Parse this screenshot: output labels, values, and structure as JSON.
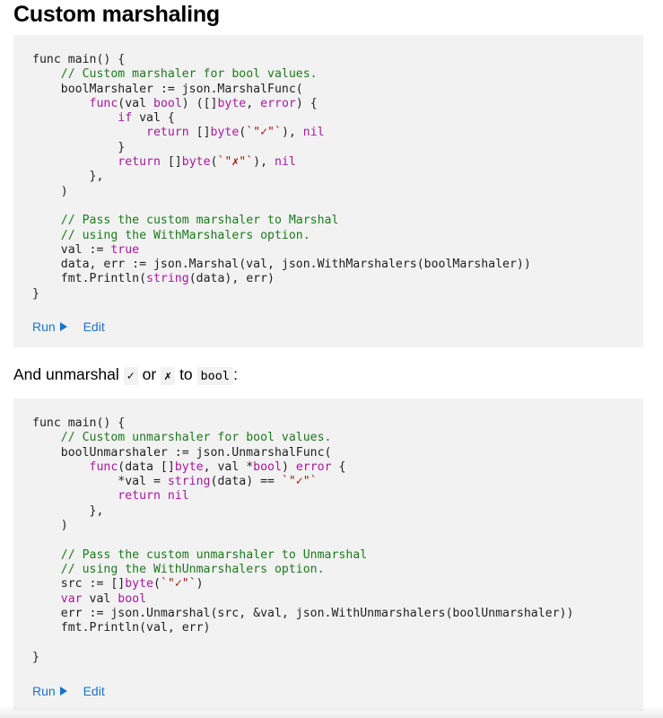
{
  "section": {
    "title": "Custom marshaling"
  },
  "block1": {
    "lines": [
      [
        {
          "t": "func main() {"
        }
      ],
      [
        {
          "t": "    "
        },
        {
          "t": "// Custom marshaler for bool values.",
          "c": "cm"
        }
      ],
      [
        {
          "t": "    boolMarshaler := json.MarshalFunc("
        }
      ],
      [
        {
          "t": "        "
        },
        {
          "t": "func",
          "c": "kw"
        },
        {
          "t": "(val "
        },
        {
          "t": "bool",
          "c": "kw"
        },
        {
          "t": ") ([]"
        },
        {
          "t": "byte",
          "c": "kw"
        },
        {
          "t": ", "
        },
        {
          "t": "error",
          "c": "kw"
        },
        {
          "t": ") {"
        }
      ],
      [
        {
          "t": "            "
        },
        {
          "t": "if",
          "c": "kw"
        },
        {
          "t": " val {"
        }
      ],
      [
        {
          "t": "                "
        },
        {
          "t": "return",
          "c": "kw"
        },
        {
          "t": " []"
        },
        {
          "t": "byte",
          "c": "kw"
        },
        {
          "t": "("
        },
        {
          "t": "`\"✓\"`",
          "c": "st"
        },
        {
          "t": "), "
        },
        {
          "t": "nil",
          "c": "kw"
        }
      ],
      [
        {
          "t": "            }"
        }
      ],
      [
        {
          "t": "            "
        },
        {
          "t": "return",
          "c": "kw"
        },
        {
          "t": " []"
        },
        {
          "t": "byte",
          "c": "kw"
        },
        {
          "t": "("
        },
        {
          "t": "`\"✗\"`",
          "c": "st"
        },
        {
          "t": "), "
        },
        {
          "t": "nil",
          "c": "kw"
        }
      ],
      [
        {
          "t": "        },"
        }
      ],
      [
        {
          "t": "    )"
        }
      ],
      [
        {
          "t": ""
        }
      ],
      [
        {
          "t": "    "
        },
        {
          "t": "// Pass the custom marshaler to Marshal",
          "c": "cm"
        }
      ],
      [
        {
          "t": "    "
        },
        {
          "t": "// using the WithMarshalers option.",
          "c": "cm"
        }
      ],
      [
        {
          "t": "    val := "
        },
        {
          "t": "true",
          "c": "kw"
        }
      ],
      [
        {
          "t": "    data, err := json.Marshal(val, json.WithMarshalers(boolMarshaler))"
        }
      ],
      [
        {
          "t": "    fmt.Println("
        },
        {
          "t": "string",
          "c": "kw"
        },
        {
          "t": "(data), err)"
        }
      ],
      [
        {
          "t": "}"
        }
      ]
    ],
    "run_label": "Run",
    "edit_label": "Edit"
  },
  "paragraph": {
    "prefix": "And unmarshal",
    "check": "✓",
    "or": "or",
    "cross": "✗",
    "to": "to",
    "type": "bool",
    "suffix": ":"
  },
  "block2": {
    "lines": [
      [
        {
          "t": "func main() {"
        }
      ],
      [
        {
          "t": "    "
        },
        {
          "t": "// Custom unmarshaler for bool values.",
          "c": "cm"
        }
      ],
      [
        {
          "t": "    boolUnmarshaler := json.UnmarshalFunc("
        }
      ],
      [
        {
          "t": "        "
        },
        {
          "t": "func",
          "c": "kw"
        },
        {
          "t": "(data []"
        },
        {
          "t": "byte",
          "c": "kw"
        },
        {
          "t": ", val *"
        },
        {
          "t": "bool",
          "c": "kw"
        },
        {
          "t": ") "
        },
        {
          "t": "error",
          "c": "kw"
        },
        {
          "t": " {"
        }
      ],
      [
        {
          "t": "            *val = "
        },
        {
          "t": "string",
          "c": "kw"
        },
        {
          "t": "(data) == "
        },
        {
          "t": "`\"✓\"`",
          "c": "st"
        }
      ],
      [
        {
          "t": "            "
        },
        {
          "t": "return",
          "c": "kw"
        },
        {
          "t": " "
        },
        {
          "t": "nil",
          "c": "kw"
        }
      ],
      [
        {
          "t": "        },"
        }
      ],
      [
        {
          "t": "    )"
        }
      ],
      [
        {
          "t": ""
        }
      ],
      [
        {
          "t": "    "
        },
        {
          "t": "// Pass the custom unmarshaler to Unmarshal",
          "c": "cm"
        }
      ],
      [
        {
          "t": "    "
        },
        {
          "t": "// using the WithUnmarshalers option.",
          "c": "cm"
        }
      ],
      [
        {
          "t": "    src := []"
        },
        {
          "t": "byte",
          "c": "kw"
        },
        {
          "t": "("
        },
        {
          "t": "`\"✓\"`",
          "c": "st"
        },
        {
          "t": ")"
        }
      ],
      [
        {
          "t": "    "
        },
        {
          "t": "var",
          "c": "kw"
        },
        {
          "t": " val "
        },
        {
          "t": "bool",
          "c": "kw"
        }
      ],
      [
        {
          "t": "    err := json.Unmarshal(src, &val, json.WithUnmarshalers(boolUnmarshaler))"
        }
      ],
      [
        {
          "t": "    fmt.Println(val, err)"
        }
      ],
      [
        {
          "t": ""
        }
      ],
      [
        {
          "t": "}"
        }
      ]
    ],
    "run_label": "Run",
    "edit_label": "Edit"
  },
  "colors": {
    "keyword": "#a9189f",
    "comment": "#1c7a1c",
    "string": "#a3150b",
    "link": "#1a73c8",
    "code_background": "#f2f2f2"
  },
  "icons": {
    "run": "play-icon"
  }
}
